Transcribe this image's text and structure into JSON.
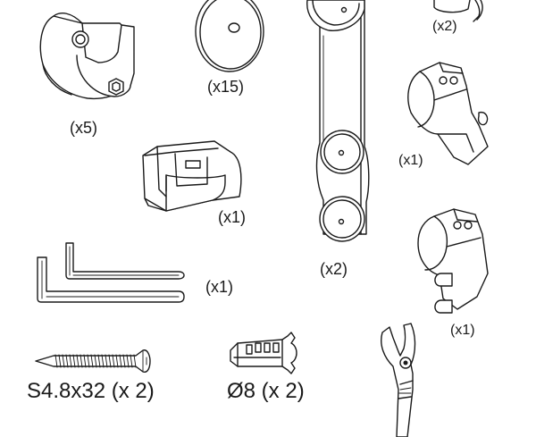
{
  "parts": [
    {
      "id": "bracket-clamp",
      "icon": "bracket-clamp-icon",
      "qty": "(x5)"
    },
    {
      "id": "washer-disc",
      "icon": "washer-disc-icon",
      "qty": "(x15)"
    },
    {
      "id": "top-small-part",
      "icon": "small-cap-icon",
      "qty": "(x2)"
    },
    {
      "id": "door-guide",
      "icon": "door-guide-icon",
      "qty": "(x1)"
    },
    {
      "id": "roller-hanger",
      "icon": "roller-hanger-icon",
      "qty": "(x2)"
    },
    {
      "id": "stopper-right",
      "icon": "stopper-icon",
      "qty": "(x1)"
    },
    {
      "id": "stopper-left",
      "icon": "stopper-icon",
      "qty": "(x1)"
    },
    {
      "id": "hex-keys",
      "icon": "hex-key-icon",
      "qty": "(x1)"
    },
    {
      "id": "wood-screw",
      "icon": "screw-icon",
      "qty": "S4.8x32 (x 2)"
    },
    {
      "id": "wall-plug",
      "icon": "wall-plug-icon",
      "qty": "Ø8 (x 2)"
    },
    {
      "id": "spanner-tool",
      "icon": "spanner-icon",
      "qty": ""
    }
  ]
}
